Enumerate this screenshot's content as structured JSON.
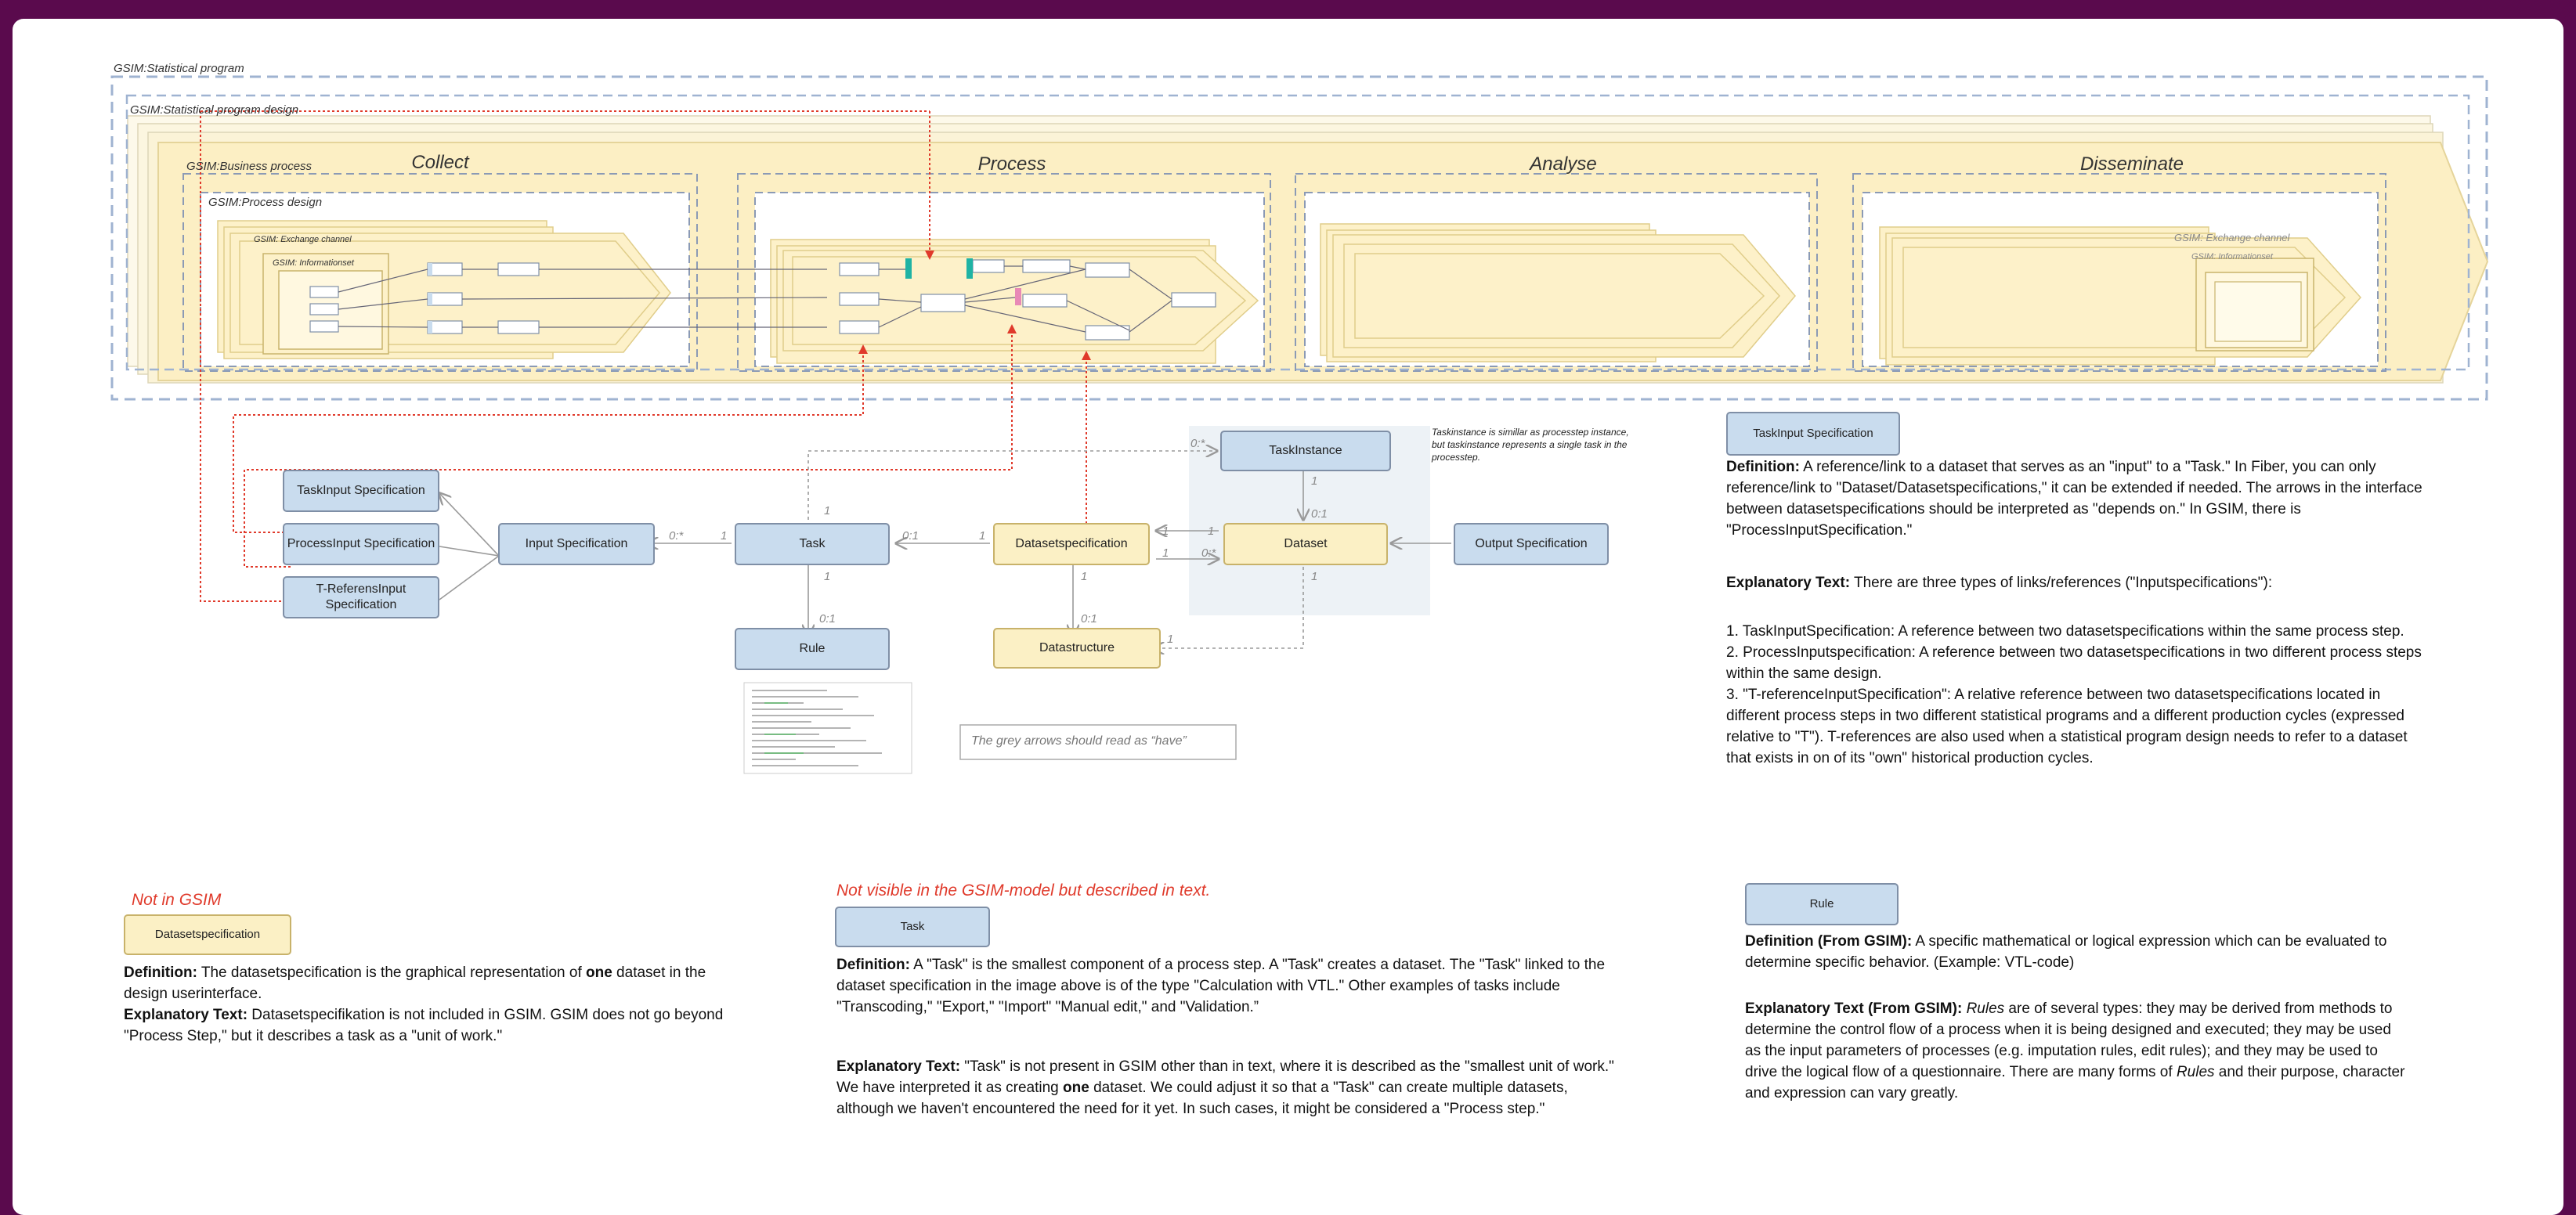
{
  "diagram": {
    "statistical_program": "GSIM:Statistical program",
    "statistical_program_design": "GSIM:Statistical program design",
    "business_process": "GSIM:Business process",
    "process_design": "GSIM:Process design",
    "exchange_channel": "GSIM: Exchange channel",
    "informationset": "GSIM: Informationset",
    "exchange_channel_right": "GSIM: Exchange channel",
    "informationset_right": "GSIM: Informationset",
    "phases": [
      "Collect",
      "Process",
      "Analyse",
      "Disseminate"
    ]
  },
  "model": {
    "task_input_spec": "TaskInput Specification",
    "process_input_spec": "ProcessInput Specification",
    "t_referens_input_spec": "T-ReferensInput Specification",
    "input_spec": "Input Specification",
    "task": "Task",
    "datasetspecification": "Datasetspecification",
    "dataset": "Dataset",
    "output_spec": "Output Specification",
    "taskinstance": "TaskInstance",
    "rule": "Rule",
    "datastructure": "Datastructure",
    "taskinstance_note": "Taskinstance is simillar as processtep instance, but taskinstance represents a single task in the processtep.",
    "grey_arrows_note": "The grey arrows should read as “have”",
    "multiplicities": {
      "input_left": "0:*",
      "input_right": "1",
      "task_right": "0:1",
      "ds_left": "1",
      "ds_right_top": "1",
      "ds_right_bottom": "1",
      "dataset_top_left": "1",
      "dataset_bottom_left": "0:*",
      "task_top": "1",
      "task_bottom": "1",
      "rule_top": "0:1",
      "ti_top": "0:*",
      "ti_bottom": "1",
      "dataset_top": "0:1",
      "dsspec_bottom": "1",
      "datastructure_top": "0:1",
      "dataset_bottom": "1",
      "datastructure_right": "1"
    }
  },
  "taskinput_panel": {
    "badge": "TaskInput Specification",
    "definition_label": "Definition:",
    "definition": " A reference/link to a dataset that serves as an \"input\" to a \"Task.\" In Fiber, you can only reference/link to \"Dataset/Datasetspecifications,\" it can be extended if needed. The arrows in the interface between datasetspecifications should be interpreted as \"depends on.\" In GSIM, there is \"ProcessInputSpecification.\"",
    "explanatory_label": "Explanatory Text:",
    "explanatory": " There are three types of links/references (\"Inputspecifications\"):",
    "item1": "1. TaskInputSpecification: A reference between two datasetspecifications within the same process step.",
    "item2": "2. ProcessInputspecification: A reference between two datasetspecifications in two different process steps within the same design.",
    "item3": "3. \"T-referenceInputSpecification\": A relative reference between two datasetspecifications located in different process steps in two different statistical programs and a different production cycles (expressed relative to \"T\"). T-references are also used when a statistical program design needs to refer to a dataset that exists in on of its \"own\" historical production cycles."
  },
  "dsspec_panel": {
    "heading": "Not in GSIM",
    "badge": "Datasetspecification",
    "definition_label": "Definition:",
    "definition_a": " The datasetspecification is the graphical representation of ",
    "definition_bold": "one",
    "definition_b": " dataset in the design userinterface.",
    "explanatory_label": "Explanatory Text:",
    "explanatory": " Datasetspecifikation is not included in GSIM. GSIM does not go beyond \"Process Step,\" but it describes a task as a \"unit of work.\""
  },
  "task_panel": {
    "heading": "Not visible in the GSIM-model but described in text.",
    "badge": "Task",
    "definition_label": "Definition:",
    "definition": " A \"Task\" is the smallest component of a process step. A \"Task\" creates a dataset. The \"Task\" linked to the dataset specification in the image above is of the type \"Calculation with VTL.\" Other examples of tasks include \"Transcoding,\" \"Export,\" \"Import\" \"Manual edit,\" and \"Validation.”",
    "explanatory_label": "Explanatory Text:",
    "explanatory_a": " \"Task\" is not present in GSIM other than in text, where it is described as the \"smallest unit of work.\" We have interpreted it as creating ",
    "explanatory_bold": "one",
    "explanatory_b": " dataset. We could adjust it so that a \"Task\" can create multiple datasets, although we haven't encountered the need for it yet. In such cases, it might be considered a \"Process step.\""
  },
  "rule_panel": {
    "badge": "Rule",
    "definition_label": "Definition (From GSIM):",
    "definition": " A specific mathematical or logical expression which can be evaluated to determine specific behavior. (Example: VTL-code)",
    "explanatory_label": "Explanatory Text (From GSIM):",
    "explanatory_a": " ",
    "explanatory_italic": "Rules",
    "explanatory_b": " are of several types: they may be derived from methods to determine the control flow of a process when it is being designed and executed; they may be used as the input parameters of processes (e.g. imputation rules, edit rules); and they may be used to drive the logical flow of a questionnaire. There are many forms of ",
    "explanatory_italic2": "Rules",
    "explanatory_c": " and their purpose, character and expression can vary greatly."
  },
  "colors": {
    "background": "#5a0a4d",
    "blue_box": "#c9dcee",
    "yellow_box": "#fbf0c5",
    "red_dotted": "#e03a2b",
    "dashed_frame": "#9fb3d1"
  }
}
